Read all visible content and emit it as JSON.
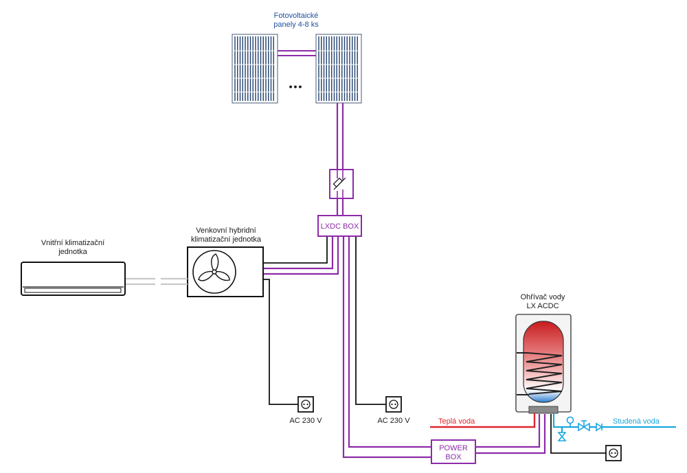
{
  "labels": {
    "pv_panels_line1": "Fotovoltaické",
    "pv_panels_line2": "panely 4-8 ks",
    "ellipsis": "•••",
    "lxdc_box": "LXDC BOX",
    "outdoor_unit_line1": "Venkovní hybridní",
    "outdoor_unit_line2": "klimatizační jednotka",
    "indoor_unit_line1": "Vnitřní klimatizační",
    "indoor_unit_line2": "jednotka",
    "ac_230_left": "AC 230 V",
    "ac_230_right": "AC 230 V",
    "water_heater_line1": "Ohřívač vody",
    "water_heater_line2": "LX ACDC",
    "hot_water": "Teplá voda",
    "cold_water": "Studená voda",
    "power_box_line1": "POWER",
    "power_box_line2": "BOX"
  },
  "colors": {
    "dc_wire": "#8d2aa8",
    "ac_wire": "#111111",
    "refrigerant_pipe": "#c8c8c8",
    "hot_water_pipe": "#e0262b",
    "cold_water_pipe": "#19a6e0",
    "pv_cells": "#1d3d6b"
  }
}
